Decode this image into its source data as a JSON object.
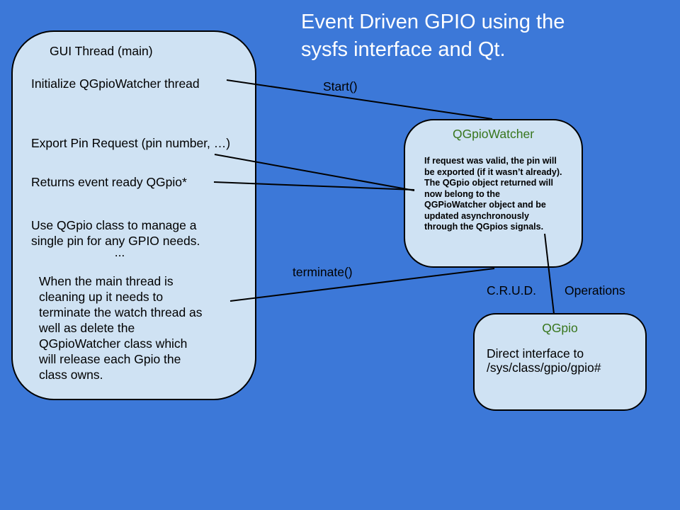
{
  "slide": {
    "title": "Event Driven GPIO using the\nsysfs interface and Qt."
  },
  "colors": {
    "background": "#3c78d8",
    "box_fill": "#cfe2f3",
    "box_border": "#000000",
    "class_title_green": "#38761d",
    "title_text": "#ffffff",
    "body_text": "#000000",
    "connector_line": "#000000"
  },
  "gui_thread_box": {
    "title": "GUI Thread (main)",
    "initialize_line": "Initialize QGpioWatcher thread",
    "export_line": "Export Pin Request (pin number, …)",
    "returns_line": "Returns event ready QGpio*",
    "use_block": "Use QGpio class to manage a\nsingle pin for any GPIO needs.",
    "ellipsis": "...",
    "cleanup_block": "When the main thread is\ncleaning up it needs to\nterminate the watch thread as\nwell as delete the\nQGpioWatcher class which\nwill release each Gpio the\nclass owns."
  },
  "qgpiowatcher_box": {
    "title": "QGpioWatcher",
    "body": "If request was valid, the pin will\nbe exported (if it wasn’t already).\nThe QGpio object returned will\nnow belong to the\nQGPioWatcher object and be\nupdated asynchronously\nthrough the QGpios signals."
  },
  "qgpio_box": {
    "title": "QGpio",
    "body": "Direct interface to\n/sys/class/gpio/gpio#"
  },
  "edge_labels": {
    "start": "Start()",
    "terminate": "terminate()",
    "crud": "C.R.U.D.",
    "operations": "Operations"
  }
}
